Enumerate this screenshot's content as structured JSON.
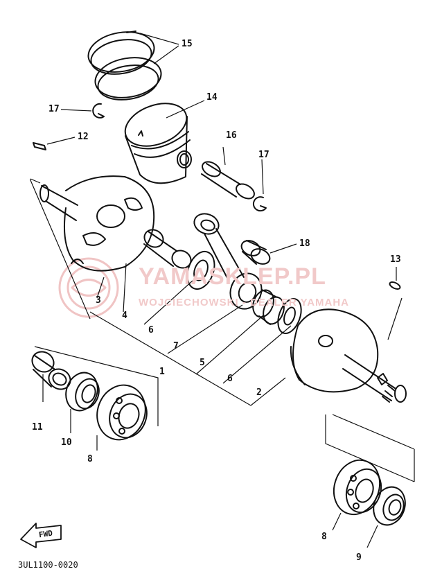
{
  "watermark": {
    "main": "YAMASKLEP.PL",
    "sub": "WOJCIECHOWSKI - DEALER YAMAHA",
    "color": "#e8a0a0"
  },
  "labels": {
    "p15": "15",
    "p14": "14",
    "p17a": "17",
    "p12": "12",
    "p16": "16",
    "p17b": "17",
    "p18": "18",
    "p13": "13",
    "p3": "3",
    "p4": "4",
    "p6a": "6",
    "p7": "7",
    "p1": "1",
    "p5": "5",
    "p6b": "6",
    "p2": "2",
    "p11": "11",
    "p10": "10",
    "p8a": "8",
    "p8b": "8",
    "p9": "9"
  },
  "fwd_label": "FWD",
  "doc_id": "3UL1100-0020"
}
